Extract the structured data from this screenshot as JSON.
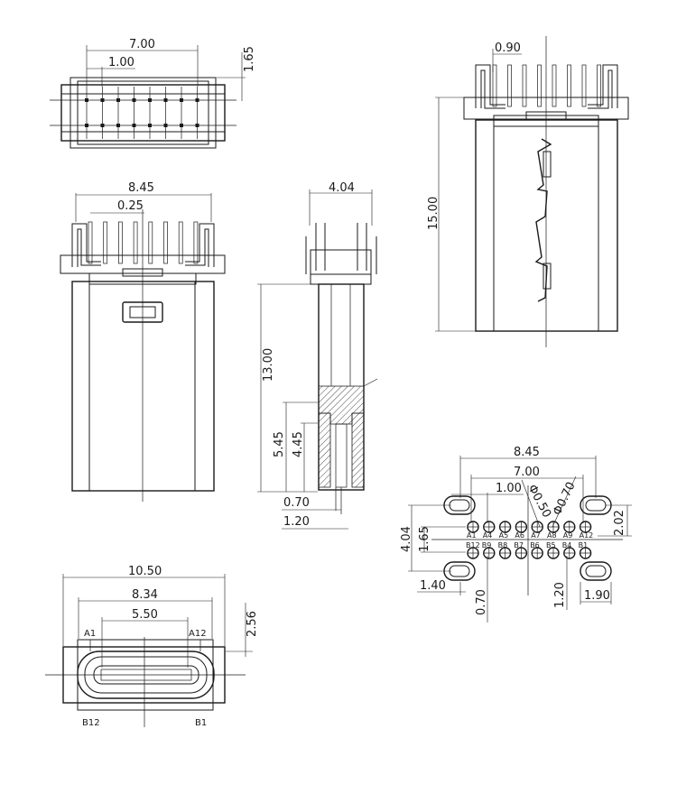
{
  "top_view": {
    "dim_width": "7.00",
    "dim_pitch": "1.00",
    "dim_height": "1.65"
  },
  "front_view": {
    "dim_width": "8.45",
    "dim_pin": "0.25"
  },
  "side_view": {
    "dim_width": "4.04",
    "dim_length": "13.00",
    "dim_a": "5.45",
    "dim_b": "4.45",
    "dim_c": "0.70",
    "dim_d": "1.20"
  },
  "right_view": {
    "dim_pitch": "0.90",
    "dim_length": "15.00"
  },
  "end_view": {
    "dim_outer": "10.50",
    "dim_mid": "8.34",
    "dim_inner": "5.50",
    "dim_height": "2.56",
    "labels": [
      "A1",
      "A12",
      "B12",
      "B1"
    ]
  },
  "footprint": {
    "dim_outer": "8.45",
    "dim_inner": "7.00",
    "dim_pitch": "1.00",
    "dim_hole_small": "Φ0.50",
    "dim_hole_large": "Φ0.70",
    "dim_height": "4.04",
    "dim_row": "1.65",
    "dim_right": "2.02",
    "dim_left_bottom": "1.40",
    "dim_b_pitch": "0.70",
    "dim_c_pitch": "1.20",
    "dim_slot": "1.90",
    "row_a": [
      "A1",
      "A4",
      "A5",
      "A6",
      "A7",
      "A8",
      "A9",
      "A12"
    ],
    "row_b": [
      "B12",
      "B9",
      "B8",
      "B7",
      "B6",
      "B5",
      "B4",
      "B1"
    ]
  }
}
